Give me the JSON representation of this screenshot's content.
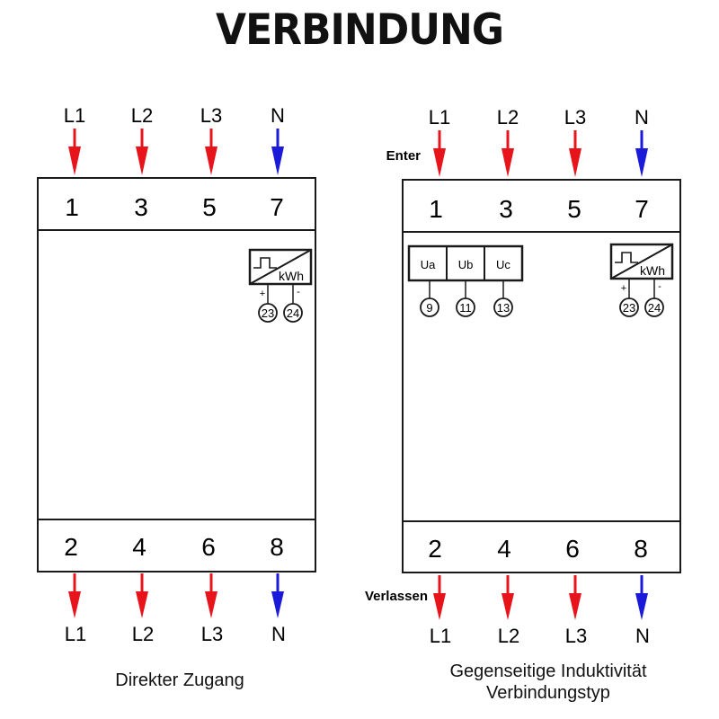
{
  "title": "VERBINDUNG",
  "colors": {
    "phase_arrow": "#e8141b",
    "neutral_arrow": "#1a1ad8",
    "line": "#1a1a1a"
  },
  "top_line_labels": [
    "L1",
    "L2",
    "L3",
    "N"
  ],
  "bottom_line_labels": [
    "L1",
    "L2",
    "L3",
    "N"
  ],
  "top_terminals": [
    "1",
    "3",
    "5",
    "7"
  ],
  "bottom_terminals": [
    "2",
    "4",
    "6",
    "8"
  ],
  "meter_symbol": {
    "unit": "kWh",
    "plus": "+",
    "minus": "-",
    "terminals": [
      "23",
      "24"
    ]
  },
  "voltage_boxes": [
    {
      "label": "Ua",
      "terminal": "9"
    },
    {
      "label": "Ub",
      "terminal": "11"
    },
    {
      "label": "Uc",
      "terminal": "13"
    }
  ],
  "left_panel": {
    "caption": "Direkter Zugang"
  },
  "right_panel": {
    "caption_line1": "Gegenseitige Induktivität",
    "caption_line2": "Verbindungstyp",
    "enter_label": "Enter",
    "exit_label": "Verlassen"
  }
}
